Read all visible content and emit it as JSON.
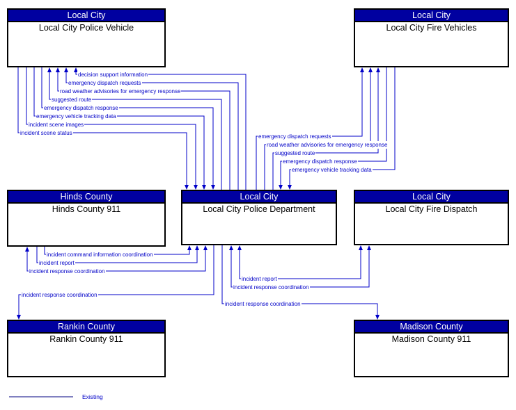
{
  "diagram": {
    "boxes": {
      "police_vehicle": {
        "header": "Local City",
        "title": "Local City Police Vehicle"
      },
      "fire_vehicles": {
        "header": "Local City",
        "title": "Local City Fire Vehicles"
      },
      "hinds_911": {
        "header": "Hinds County",
        "title": "Hinds County 911"
      },
      "police_dept": {
        "header": "Local City",
        "title": "Local City Police Department"
      },
      "fire_dispatch": {
        "header": "Local City",
        "title": "Local City Fire Dispatch"
      },
      "rankin_911": {
        "header": "Rankin County",
        "title": "Rankin County 911"
      },
      "madison_911": {
        "header": "Madison County",
        "title": "Madison County 911"
      }
    },
    "flows": [
      {
        "label": "decision support information"
      },
      {
        "label": "emergency dispatch requests"
      },
      {
        "label": "road weather advisories for emergency response"
      },
      {
        "label": "suggested route"
      },
      {
        "label": "emergency dispatch response"
      },
      {
        "label": "emergency vehicle tracking data"
      },
      {
        "label": "incident scene images"
      },
      {
        "label": "incident scene status"
      },
      {
        "label": "emergency dispatch requests"
      },
      {
        "label": "road weather advisories for emergency response"
      },
      {
        "label": "suggested route"
      },
      {
        "label": "emergency dispatch response"
      },
      {
        "label": "emergency vehicle tracking data"
      },
      {
        "label": "incident command information coordination"
      },
      {
        "label": "incident report"
      },
      {
        "label": "incident response coordination"
      },
      {
        "label": "incident report"
      },
      {
        "label": "incident response coordination"
      },
      {
        "label": "incident response coordination"
      },
      {
        "label": "incident response coordination"
      }
    ],
    "legend": {
      "label": "Existing"
    },
    "colors": {
      "header_bg": "#0000A0",
      "header_text": "#FFFFFF",
      "flow_line": "#0000C8",
      "legend_line": "#000080",
      "box_border": "#000000"
    }
  }
}
